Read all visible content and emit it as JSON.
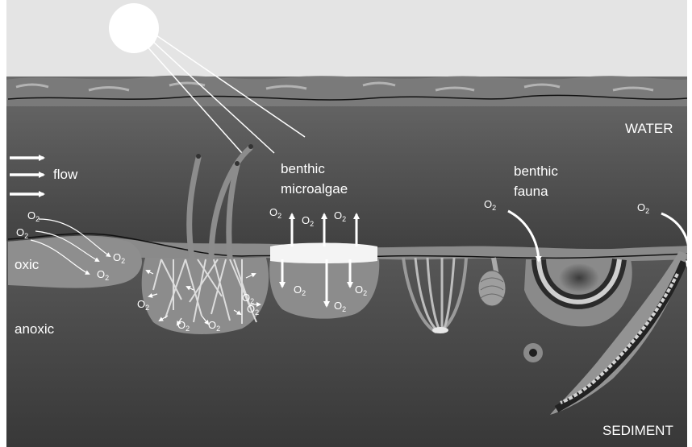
{
  "labels": {
    "water": "WATER",
    "sediment": "SEDIMENT",
    "flow": "flow",
    "oxic": "oxic",
    "anoxic": "anoxic",
    "microalgae_line1": "benthic",
    "microalgae_line2": "microalgae",
    "fauna_line1": "benthic",
    "fauna_line2": "fauna"
  },
  "oxygen": {
    "base": "O",
    "subscript": "2"
  },
  "colors": {
    "sky": "#e6e6e6",
    "water": "#555555",
    "sediment": "#4a4a4a",
    "oxic_zone": "#8e8e8e",
    "arrows": "#ffffff"
  }
}
